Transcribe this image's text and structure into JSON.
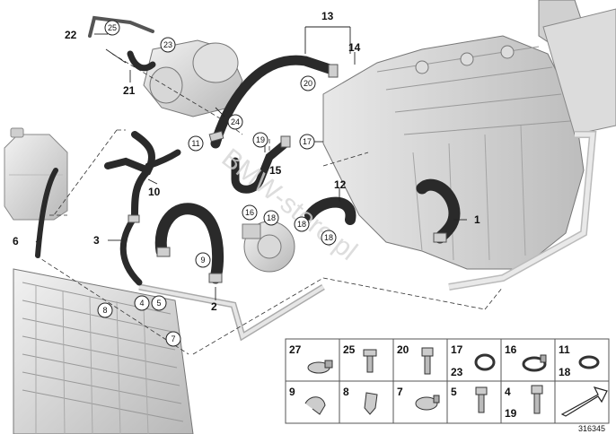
{
  "callouts": {
    "c1": "1",
    "c2": "2",
    "c3": "3",
    "c6": "6",
    "c10": "10",
    "c12": "12",
    "c13": "13",
    "c14": "14",
    "c15": "15",
    "c21": "21",
    "c22": "22"
  },
  "circled": {
    "k4": "4",
    "k5": "5",
    "k7": "7",
    "k8": "8",
    "k9": "9",
    "k11": "11",
    "k16": "16",
    "k17": "17",
    "k18a": "18",
    "k18b": "18",
    "k18c": "18",
    "k19": "19",
    "k20": "20",
    "k23": "23",
    "k24": "24",
    "k25": "25"
  },
  "legend": {
    "cells": [
      {
        "top": "27"
      },
      {
        "top": "25"
      },
      {
        "top": "20"
      },
      {
        "top": "17",
        "bottom": "23"
      },
      {
        "top": "16"
      },
      {
        "top": "11",
        "bottom": "18"
      },
      {
        "top": "9"
      },
      {
        "top": "8"
      },
      {
        "top": "7"
      },
      {
        "top": "5"
      },
      {
        "top": "4",
        "bottom": "19"
      },
      {
        "top": ""
      }
    ]
  },
  "watermark": "BMW-store.pl",
  "doc_number": "316345",
  "colors": {
    "hose": "#2a2a2a",
    "part": "#c9c9c9",
    "line": "#222222"
  }
}
